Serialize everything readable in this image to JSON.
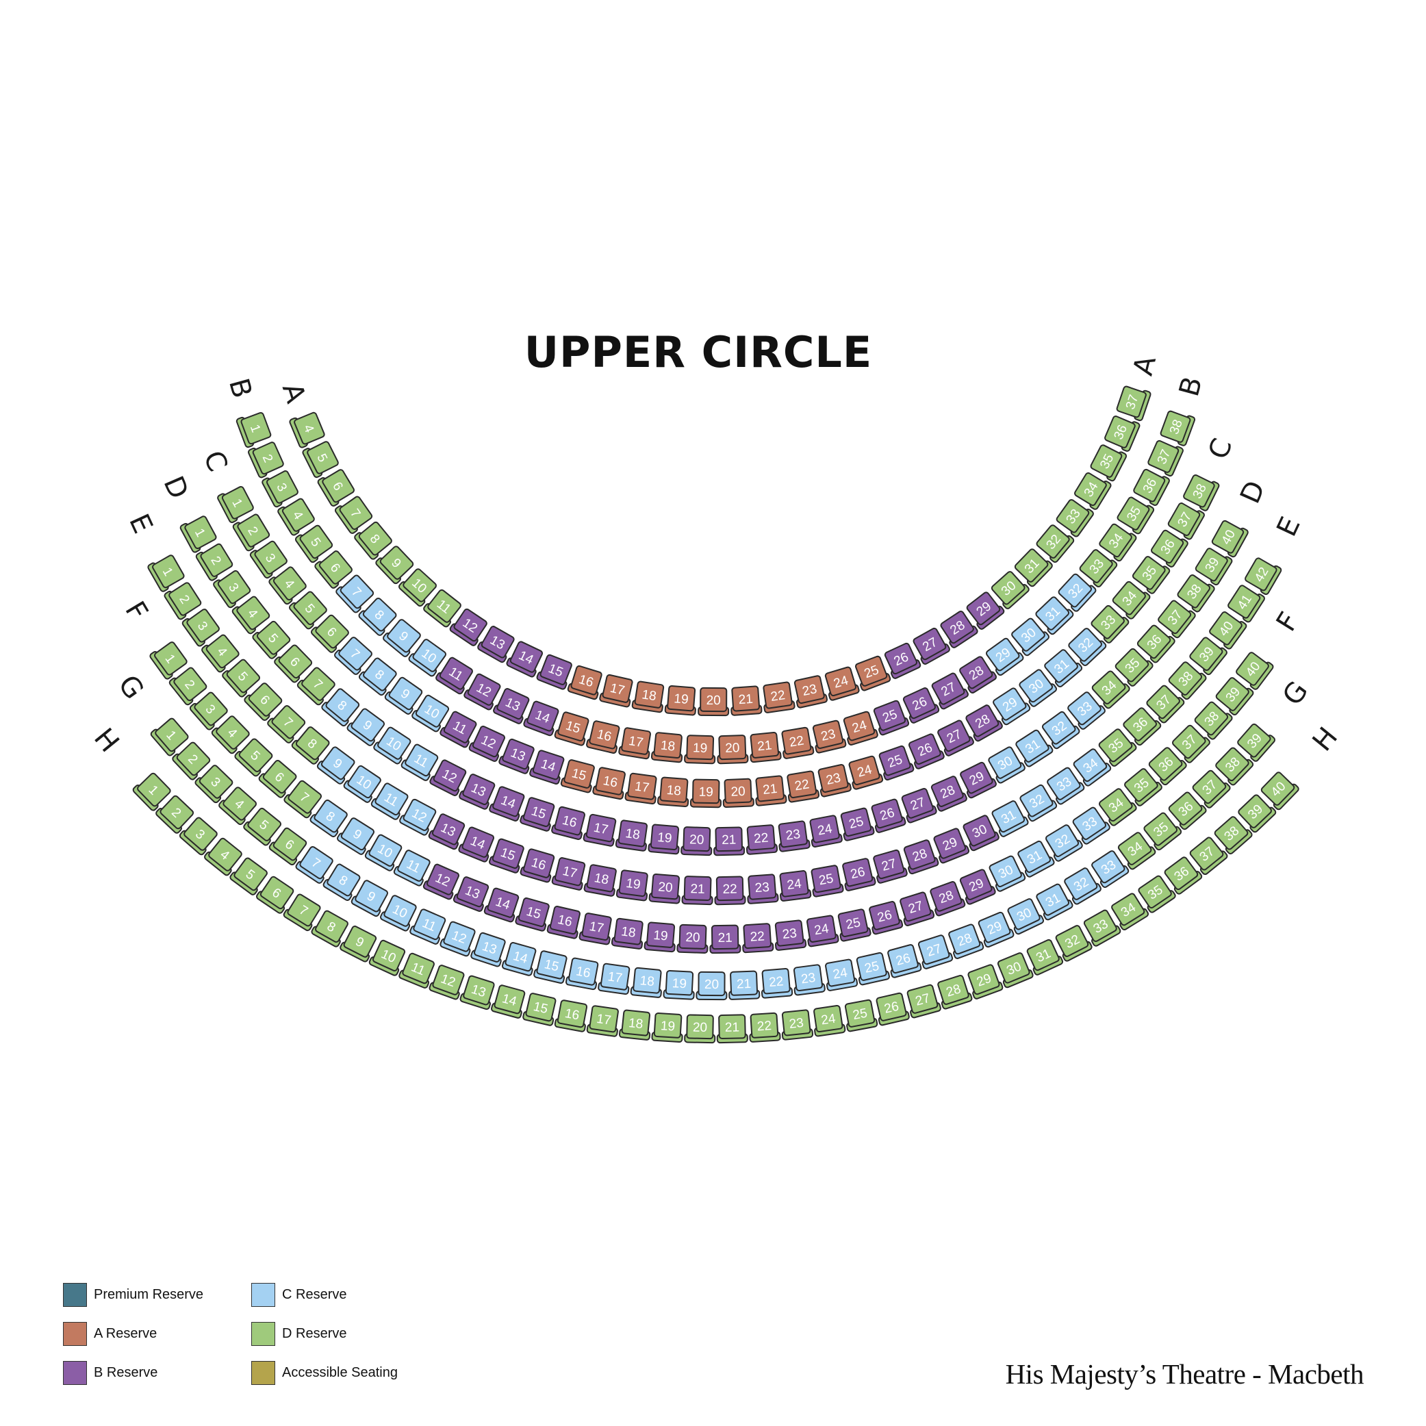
{
  "title": "UPPER CIRCLE",
  "footer": "His Majesty’s Theatre - Macbeth",
  "categories": {
    "premium": {
      "label": "Premium Reserve",
      "color": "#47788a"
    },
    "a": {
      "label": "A Reserve",
      "color": "#c27a60"
    },
    "b": {
      "label": "B Reserve",
      "color": "#8b5ea6"
    },
    "c": {
      "label": "C Reserve",
      "color": "#a4d1f2"
    },
    "d": {
      "label": "D Reserve",
      "color": "#9fca7c"
    },
    "accessible": {
      "label": "Accessible Seating",
      "color": "#b4a44c"
    }
  },
  "legend": [
    "premium",
    "c",
    "a",
    "d",
    "b",
    "accessible"
  ],
  "rows": [
    {
      "letter": "A",
      "segments": [
        {
          "from": 4,
          "to": 11,
          "cat": "d"
        },
        {
          "from": 12,
          "to": 15,
          "cat": "b"
        },
        {
          "from": 16,
          "to": 25,
          "cat": "a"
        },
        {
          "from": 26,
          "to": 29,
          "cat": "b"
        },
        {
          "from": 30,
          "to": 37,
          "cat": "d"
        }
      ]
    },
    {
      "letter": "B",
      "segments": [
        {
          "from": 1,
          "to": 6,
          "cat": "d"
        },
        {
          "from": 7,
          "to": 10,
          "cat": "c"
        },
        {
          "from": 11,
          "to": 14,
          "cat": "b"
        },
        {
          "from": 15,
          "to": 24,
          "cat": "a"
        },
        {
          "from": 25,
          "to": 28,
          "cat": "b"
        },
        {
          "from": 29,
          "to": 32,
          "cat": "c"
        },
        {
          "from": 33,
          "to": 38,
          "cat": "d"
        }
      ]
    },
    {
      "letter": "C",
      "segments": [
        {
          "from": 1,
          "to": 6,
          "cat": "d"
        },
        {
          "from": 7,
          "to": 10,
          "cat": "c"
        },
        {
          "from": 11,
          "to": 14,
          "cat": "b"
        },
        {
          "from": 15,
          "to": 24,
          "cat": "a"
        },
        {
          "from": 25,
          "to": 28,
          "cat": "b"
        },
        {
          "from": 29,
          "to": 32,
          "cat": "c"
        },
        {
          "from": 33,
          "to": 38,
          "cat": "d"
        }
      ]
    },
    {
      "letter": "D",
      "segments": [
        {
          "from": 1,
          "to": 7,
          "cat": "d"
        },
        {
          "from": 8,
          "to": 11,
          "cat": "c"
        },
        {
          "from": 12,
          "to": 29,
          "cat": "b"
        },
        {
          "from": 30,
          "to": 33,
          "cat": "c"
        },
        {
          "from": 34,
          "to": 40,
          "cat": "d"
        }
      ]
    },
    {
      "letter": "E",
      "segments": [
        {
          "from": 1,
          "to": 8,
          "cat": "d"
        },
        {
          "from": 9,
          "to": 12,
          "cat": "c"
        },
        {
          "from": 13,
          "to": 30,
          "cat": "b"
        },
        {
          "from": 31,
          "to": 34,
          "cat": "c"
        },
        {
          "from": 35,
          "to": 42,
          "cat": "d"
        }
      ]
    },
    {
      "letter": "F",
      "segments": [
        {
          "from": 1,
          "to": 7,
          "cat": "d"
        },
        {
          "from": 8,
          "to": 11,
          "cat": "c"
        },
        {
          "from": 12,
          "to": 29,
          "cat": "b"
        },
        {
          "from": 30,
          "to": 33,
          "cat": "c"
        },
        {
          "from": 34,
          "to": 40,
          "cat": "d"
        }
      ]
    },
    {
      "letter": "G",
      "segments": [
        {
          "from": 1,
          "to": 6,
          "cat": "d"
        },
        {
          "from": 7,
          "to": 33,
          "cat": "c"
        },
        {
          "from": 34,
          "to": 39,
          "cat": "d"
        }
      ]
    },
    {
      "letter": "H",
      "segments": [
        {
          "from": 1,
          "to": 40,
          "cat": "d"
        }
      ]
    }
  ]
}
